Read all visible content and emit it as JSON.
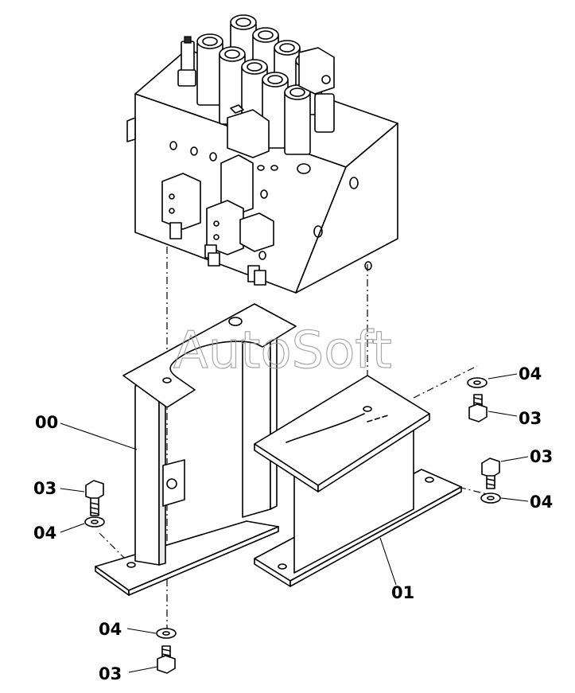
{
  "watermark": "AutoSoft",
  "callouts": [
    {
      "id": "c-00-bracket-left",
      "text": "00"
    },
    {
      "id": "c-01-bracket-right",
      "text": "01"
    },
    {
      "id": "c-03-bolt-left",
      "text": "03"
    },
    {
      "id": "c-04-washer-left",
      "text": "04"
    },
    {
      "id": "c-04-washer-bottom",
      "text": "04"
    },
    {
      "id": "c-03-bolt-bottom",
      "text": "03"
    },
    {
      "id": "c-04-washer-top-right",
      "text": "04"
    },
    {
      "id": "c-03-bolt-top-right",
      "text": "03"
    },
    {
      "id": "c-03-bolt-right",
      "text": "03"
    },
    {
      "id": "c-04-washer-right",
      "text": "04"
    }
  ]
}
